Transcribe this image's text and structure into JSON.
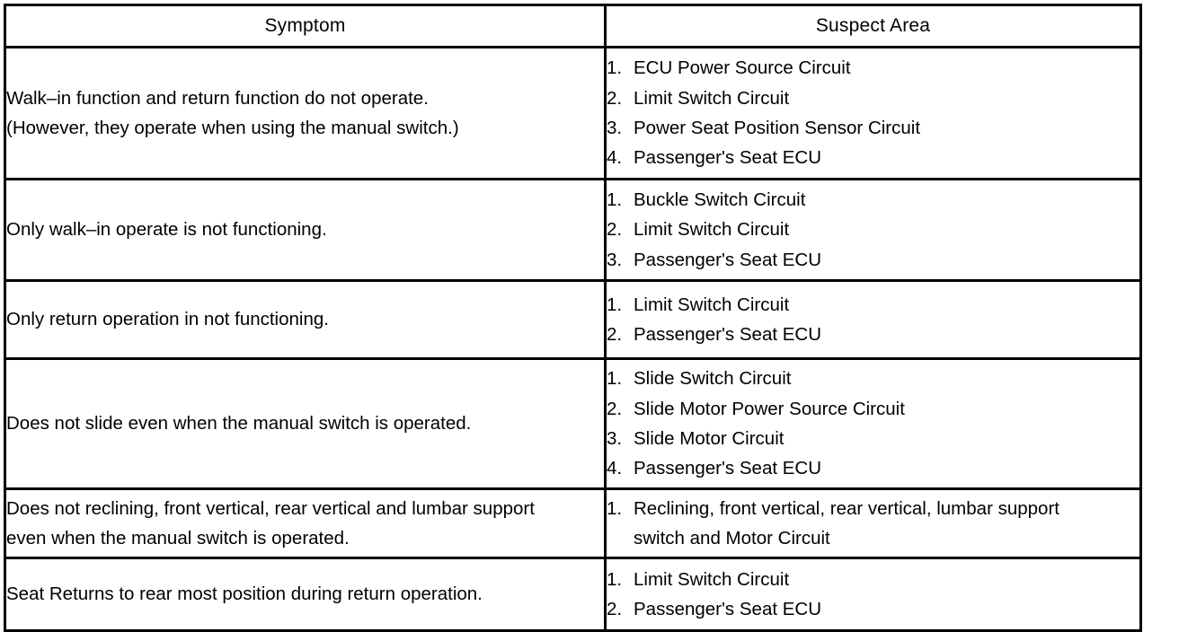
{
  "table": {
    "headers": {
      "symptom": "Symptom",
      "suspect_area": "Suspect Area"
    },
    "rows": [
      {
        "symptom_lines": [
          "Walk–in function and return function do not operate.",
          "(However, they operate when using the manual switch.)"
        ],
        "suspect_items": [
          {
            "number": "1.",
            "lines": [
              "ECU Power Source Circuit"
            ]
          },
          {
            "number": "2.",
            "lines": [
              "Limit Switch Circuit"
            ]
          },
          {
            "number": "3.",
            "lines": [
              "Power Seat Position Sensor Circuit"
            ]
          },
          {
            "number": "4.",
            "lines": [
              "Passenger's Seat ECU"
            ]
          }
        ]
      },
      {
        "symptom_lines": [
          "Only walk–in operate is not functioning."
        ],
        "suspect_items": [
          {
            "number": "1.",
            "lines": [
              "Buckle Switch Circuit"
            ]
          },
          {
            "number": "2.",
            "lines": [
              "Limit Switch Circuit"
            ]
          },
          {
            "number": "3.",
            "lines": [
              "Passenger's Seat ECU"
            ]
          }
        ]
      },
      {
        "symptom_lines": [
          "Only return operation in not functioning."
        ],
        "suspect_items": [
          {
            "number": "1.",
            "lines": [
              "Limit Switch Circuit"
            ]
          },
          {
            "number": "2.",
            "lines": [
              "Passenger's Seat ECU"
            ]
          }
        ]
      },
      {
        "symptom_lines": [
          "Does not slide even when the manual switch is operated."
        ],
        "suspect_items": [
          {
            "number": "1.",
            "lines": [
              "Slide Switch Circuit"
            ]
          },
          {
            "number": "2.",
            "lines": [
              "Slide Motor Power Source Circuit"
            ]
          },
          {
            "number": "3.",
            "lines": [
              "Slide Motor Circuit"
            ]
          },
          {
            "number": "4.",
            "lines": [
              "Passenger's Seat ECU"
            ]
          }
        ]
      },
      {
        "symptom_lines": [
          "Does not reclining, front vertical, rear vertical and lumbar support",
          "even when the manual switch is operated."
        ],
        "suspect_items": [
          {
            "number": "1.",
            "lines": [
              "Reclining, front vertical, rear vertical, lumbar support",
              "switch and Motor Circuit"
            ]
          }
        ]
      },
      {
        "symptom_lines": [
          "Seat Returns to rear most position during return operation."
        ],
        "suspect_items": [
          {
            "number": "1.",
            "lines": [
              "Limit Switch Circuit"
            ]
          },
          {
            "number": "2.",
            "lines": [
              "Passenger's Seat ECU"
            ]
          }
        ]
      }
    ]
  },
  "colors": {
    "border": "#000000",
    "text": "#000000",
    "background": "#ffffff"
  }
}
